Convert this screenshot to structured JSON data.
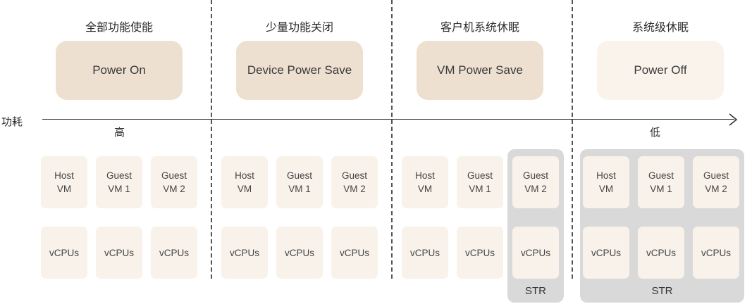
{
  "columns": [
    {
      "title": "全部功能使能",
      "state": "Power On",
      "color": "#ede0d0"
    },
    {
      "title": "少量功能关闭",
      "state": "Device Power Save",
      "color": "#ede0d0"
    },
    {
      "title": "客户机系统休眠",
      "state": "VM Power Save",
      "color": "#ede0d0"
    },
    {
      "title": "系统级休眠",
      "state": "Power Off",
      "color": "#f9f3ec"
    }
  ],
  "axis": {
    "label": "功耗",
    "high": "高",
    "low": "低"
  },
  "vm_rows": [
    {
      "line1": "Host",
      "line2": "VM"
    },
    {
      "line1": "Guest",
      "line2": "VM 1"
    },
    {
      "line1": "Guest",
      "line2": "VM 2"
    }
  ],
  "vcpu_label": "vCPUs",
  "str_label": "STR",
  "colors": {
    "cell": "#f8f2ea",
    "str_group": "#d9d9d9",
    "divider": "#555555"
  }
}
